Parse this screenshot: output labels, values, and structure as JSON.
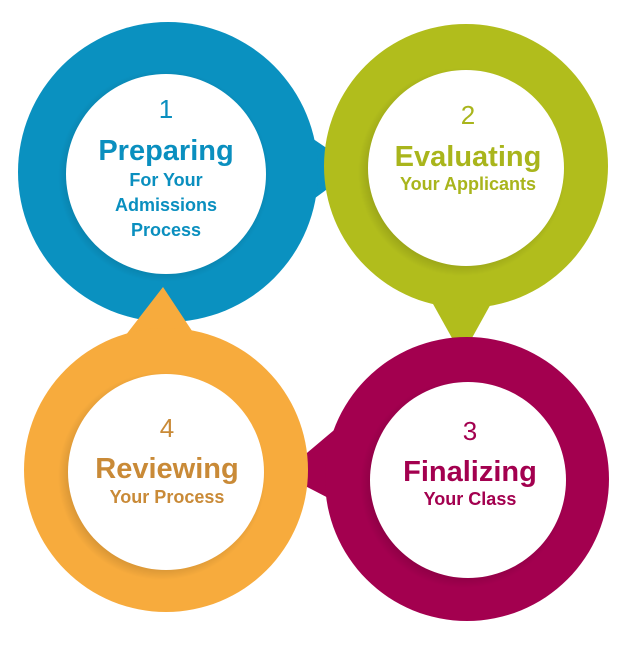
{
  "steps": [
    {
      "number": "1",
      "title": "Preparing",
      "subtitle_lines": [
        "For Your",
        "Admissions",
        "Process"
      ],
      "color": "#0a91c0",
      "text_color": "#0a8fbf"
    },
    {
      "number": "2",
      "title": "Evaluating",
      "subtitle_lines": [
        "Your Applicants"
      ],
      "color": "#b1bd1c",
      "text_color": "#a9b51c"
    },
    {
      "number": "3",
      "title": "Finalizing",
      "subtitle_lines": [
        "Your Class"
      ],
      "color": "#a3004f",
      "text_color": "#a3004f"
    },
    {
      "number": "4",
      "title": "Reviewing",
      "subtitle_lines": [
        "Your Process"
      ],
      "color": "#f7ab3d",
      "text_color": "#c98a37"
    }
  ]
}
